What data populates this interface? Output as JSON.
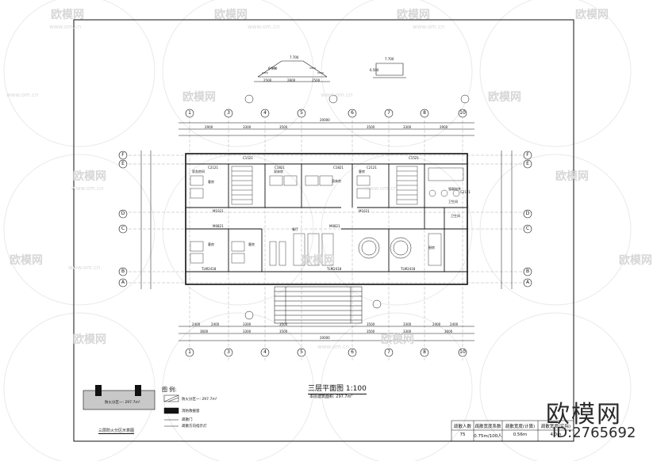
{
  "watermark": {
    "brand": "欧模网",
    "url": "www.om.cn"
  },
  "brand_logo": "欧模网",
  "brand_id": "ID:2765692",
  "drawing": {
    "title": "三层平面图  1:100",
    "subtitle": "本层建筑面积: 297.7m²",
    "legend_title": "图   例:",
    "legend_items": [
      "防火分区一: 297.7m²",
      "消防救援窗",
      "疏散门",
      "疏散方向指示灯"
    ],
    "fire_zone_caption": "三层防火分区示意图",
    "fire_zone_label": "防火分区一: 297.7m²",
    "total_width_top": "20000",
    "total_width_bottom": "20000",
    "stair_dims_left": [
      "7.700",
      "6.500",
      "2500",
      "2800",
      "2500"
    ],
    "stair_dims_right": [
      "7.700",
      "6.500"
    ],
    "top_dims": [
      "2900",
      "3300",
      "3500",
      "3500",
      "3300",
      "2900"
    ],
    "bottom_dims": [
      "2400",
      "2400",
      "3300",
      "3500",
      "3500",
      "3300",
      "2400",
      "2400"
    ],
    "bottom_outer": [
      "3600",
      "3300",
      "3500",
      "3500",
      "3300",
      "3600"
    ]
  },
  "grid": {
    "columns": [
      "1",
      "3",
      "4",
      "5",
      "6",
      "7",
      "8",
      "10"
    ],
    "rows_left": [
      "F",
      "E",
      "D",
      "C",
      "B",
      "A"
    ],
    "rows_right": [
      "F",
      "E",
      "D",
      "C",
      "B",
      "A"
    ]
  },
  "rooms": {
    "labels": [
      "家务房间",
      "双床房",
      "双床房",
      "客房",
      "客房",
      "客房",
      "客房",
      "餐厅",
      "厨房",
      "强弱电井",
      "卫生间",
      "卫生间"
    ],
    "doors": [
      "C2121",
      "C1521",
      "C1821",
      "C1821",
      "C2121",
      "C1521",
      "C2121",
      "M1021",
      "M1021",
      "M0821",
      "M0821",
      "TLM2418",
      "TLM2418",
      "TLM2418"
    ]
  },
  "stats_table": {
    "headers": [
      "疏散人数",
      "疏散宽度系数",
      "疏散宽度(计算)",
      "疏散宽度(实际)"
    ],
    "values": [
      "75",
      "0.75m/100人",
      "0.56m",
      "4.0m"
    ]
  }
}
